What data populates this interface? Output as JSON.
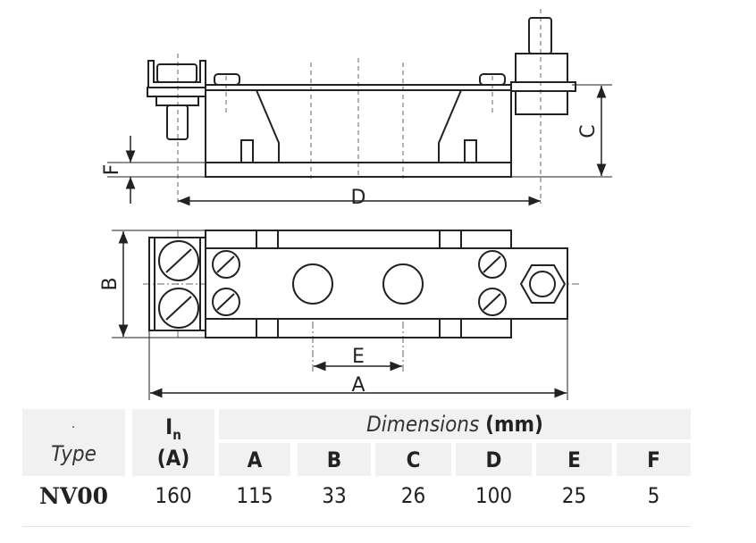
{
  "drawing": {
    "dimension_labels": {
      "A": "A",
      "B": "B",
      "C": "C",
      "D": "D",
      "E": "E",
      "F": "F"
    }
  },
  "table": {
    "header": {
      "type_label": "Type",
      "type_mark": ".",
      "current_label": "I",
      "current_sub": "n",
      "current_unit": "(A)",
      "dimensions_label": "Dimensions",
      "dimensions_unit": "(mm)",
      "columns": [
        "A",
        "B",
        "C",
        "D",
        "E",
        "F"
      ]
    },
    "rows": [
      {
        "type": "NV00",
        "current": "160",
        "values": [
          "115",
          "33",
          "26",
          "100",
          "25",
          "5"
        ]
      }
    ]
  }
}
